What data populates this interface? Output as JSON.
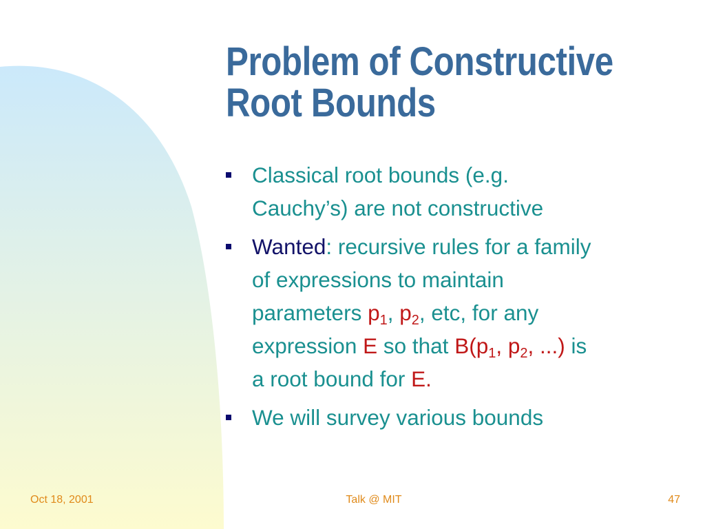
{
  "slide": {
    "title_lines": [
      "Problem of Constructive",
      "Root Bounds"
    ],
    "bullets": [
      {
        "lines": [
          "Classical root bounds (e.g.",
          "Cauchy’s) are not constructive"
        ]
      },
      {
        "wanted": "Wanted",
        "colon_text": ": recursive rules for a family",
        "line2": "of expressions to maintain",
        "line3_prefix": "parameters ",
        "p": "p",
        "sub1": "1",
        "sep": ", ",
        "sub2": "2",
        "line3_suffix": ", etc, for any",
        "line4_prefix": "expression ",
        "E": "E",
        "line4_mid": " so that ",
        "B_open": "B(p",
        "tail": ", ...)",
        "line4_end": " is",
        "line5_prefix": "a root bound for ",
        "E_end": "E."
      },
      {
        "lines": [
          "We will survey various bounds"
        ]
      }
    ]
  },
  "footer": {
    "date": "Oct 18, 2001",
    "venue": "Talk @ MIT",
    "page_number": "47"
  },
  "colors": {
    "title": "#3a6a9b",
    "body_text": "#1a9090",
    "emphasis_dark": "#121268",
    "emphasis_red": "#c01818",
    "bullet": "#0a0a6e",
    "footer": "#e08a1a",
    "gradient_top": "#cbe9fb",
    "gradient_bottom": "#fdfbcf"
  }
}
